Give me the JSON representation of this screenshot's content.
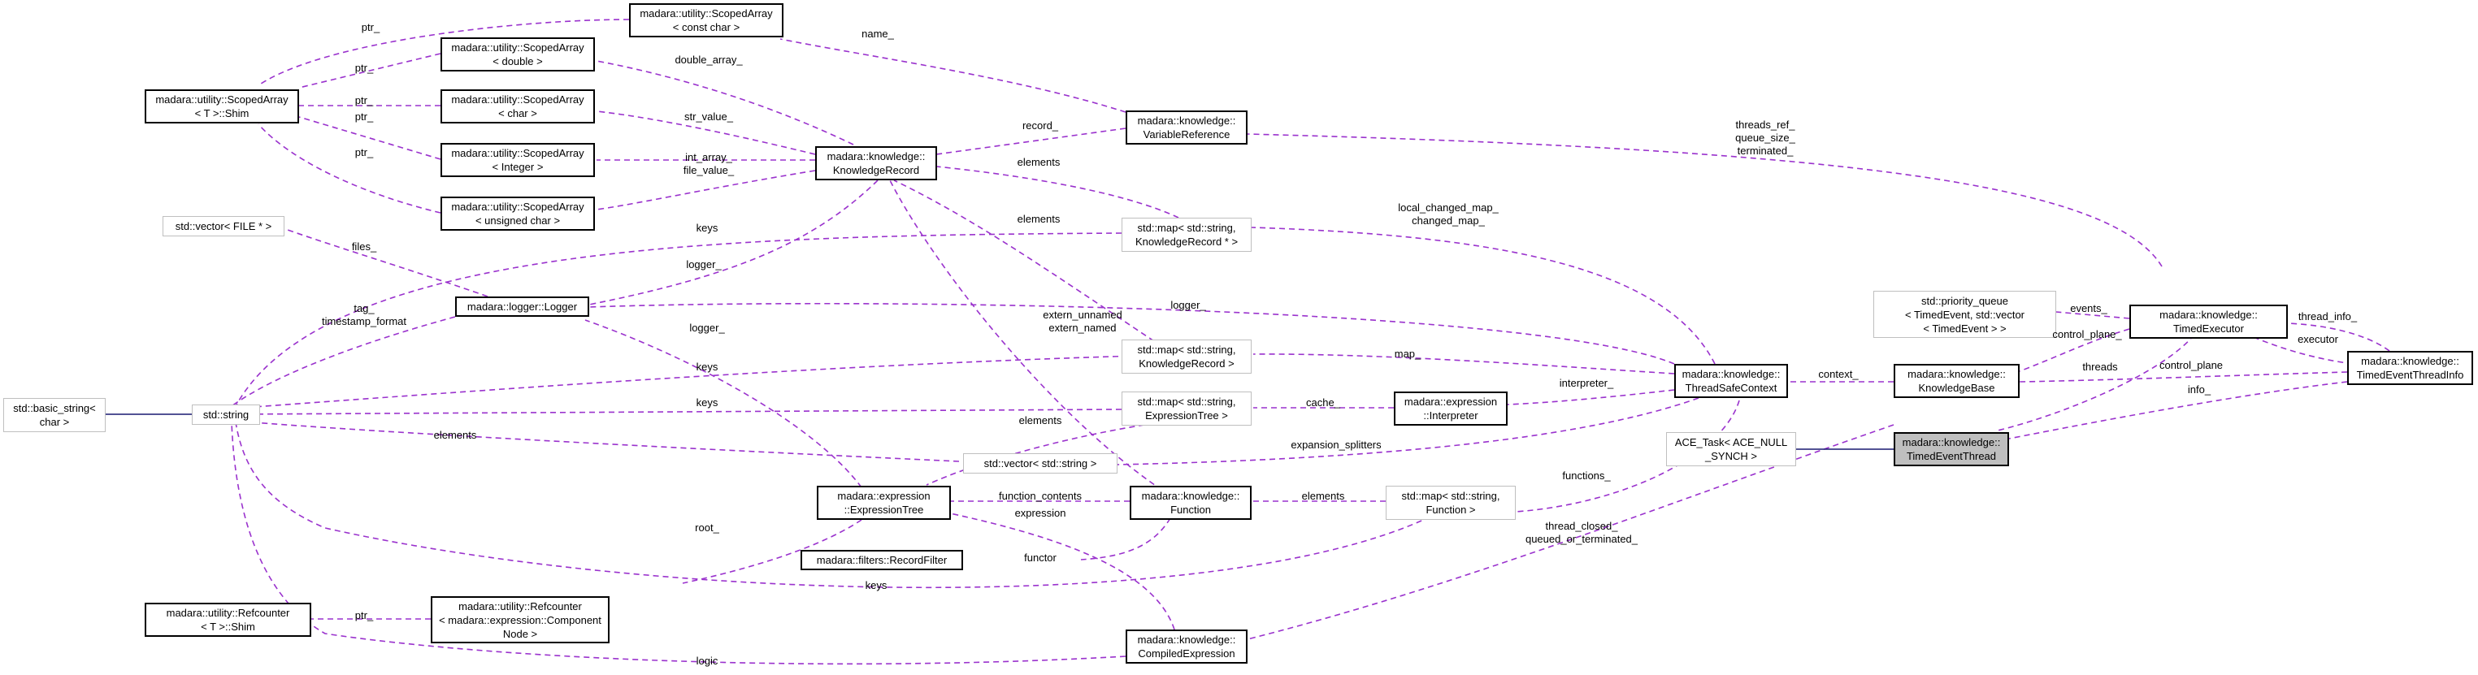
{
  "colors": {
    "usage_edge": "#9a32cd",
    "inheritance_edge": "#191970",
    "focus_fill": "#bfbfbf",
    "external_border": "#bfbfbf"
  },
  "nodes": {
    "scoped_array_const_char": {
      "lines": [
        "madara::utility::ScopedArray",
        "< const char >"
      ]
    },
    "scoped_array_double": {
      "lines": [
        "madara::utility::ScopedArray",
        "< double >"
      ]
    },
    "scoped_array_shim": {
      "lines": [
        "madara::utility::ScopedArray",
        "< T >::Shim"
      ]
    },
    "scoped_array_char": {
      "lines": [
        "madara::utility::ScopedArray",
        "< char >"
      ]
    },
    "scoped_array_integer": {
      "lines": [
        "madara::utility::ScopedArray",
        "< Integer >"
      ]
    },
    "scoped_array_unsigned_char": {
      "lines": [
        "madara::utility::ScopedArray",
        "< unsigned char >"
      ]
    },
    "knowledge_record": {
      "lines": [
        "madara::knowledge::",
        "KnowledgeRecord"
      ]
    },
    "variable_reference": {
      "lines": [
        "madara::knowledge::",
        "VariableReference"
      ]
    },
    "vector_file": {
      "lines": [
        "std::vector< FILE * >"
      ]
    },
    "map_record_ptr": {
      "lines": [
        "std::map< std::string,",
        "KnowledgeRecord * >"
      ]
    },
    "logger": {
      "lines": [
        "madara::logger::Logger"
      ]
    },
    "basic_string": {
      "lines": [
        "std::basic_string<",
        "char >"
      ]
    },
    "std_string": {
      "lines": [
        "std::string"
      ]
    },
    "map_record": {
      "lines": [
        "std::map< std::string,",
        "KnowledgeRecord >"
      ]
    },
    "map_expr_tree": {
      "lines": [
        "std::map< std::string,",
        "ExpressionTree >"
      ]
    },
    "interpreter": {
      "lines": [
        "madara::expression",
        "::Interpreter"
      ]
    },
    "thread_safe_context": {
      "lines": [
        "madara::knowledge::",
        "ThreadSafeContext"
      ]
    },
    "vector_string": {
      "lines": [
        "std::vector< std::string >"
      ]
    },
    "expression_tree": {
      "lines": [
        "madara::expression",
        "::ExpressionTree"
      ]
    },
    "function": {
      "lines": [
        "madara::knowledge::",
        "Function"
      ]
    },
    "map_function": {
      "lines": [
        "std::map< std::string,",
        "Function >"
      ]
    },
    "record_filter": {
      "lines": [
        "madara::filters::RecordFilter"
      ]
    },
    "refcounter_shim": {
      "lines": [
        "madara::utility::Refcounter",
        "< T >::Shim"
      ]
    },
    "refcounter_component": {
      "lines": [
        "madara::utility::Refcounter",
        "< madara::expression::Component",
        "Node >"
      ]
    },
    "compiled_expression": {
      "lines": [
        "madara::knowledge::",
        "CompiledExpression"
      ]
    },
    "priority_queue": {
      "lines": [
        "std::priority_queue",
        "< TimedEvent, std::vector",
        "< TimedEvent > >"
      ]
    },
    "timed_executor": {
      "lines": [
        "madara::knowledge::",
        "TimedExecutor"
      ]
    },
    "knowledge_base": {
      "lines": [
        "madara::knowledge::",
        "KnowledgeBase"
      ]
    },
    "timed_event_thread_info": {
      "lines": [
        "madara::knowledge::",
        "TimedEventThreadInfo"
      ]
    },
    "ace_task": {
      "lines": [
        "ACE_Task< ACE_NULL",
        "_SYNCH >"
      ]
    },
    "timed_event_thread": {
      "lines": [
        "madara::knowledge::",
        "TimedEventThread"
      ]
    }
  },
  "edge_labels": {
    "l_name": {
      "lines": [
        "name_"
      ]
    },
    "l_ptr_const": {
      "lines": [
        "ptr_"
      ]
    },
    "l_ptr_double": {
      "lines": [
        "ptr_"
      ]
    },
    "l_ptr_char": {
      "lines": [
        "ptr_"
      ]
    },
    "l_ptr_integer": {
      "lines": [
        "ptr_"
      ]
    },
    "l_ptr_unsigned": {
      "lines": [
        "ptr_"
      ]
    },
    "l_double_array": {
      "lines": [
        "double_array_"
      ]
    },
    "l_str_value": {
      "lines": [
        "str_value_"
      ]
    },
    "l_int_array": {
      "lines": [
        "int_array_"
      ]
    },
    "l_file_value": {
      "lines": [
        "file_value_"
      ]
    },
    "l_record": {
      "lines": [
        "record_"
      ]
    },
    "l_elements_record_ptr": {
      "lines": [
        "elements"
      ]
    },
    "l_elements_record": {
      "lines": [
        "elements"
      ]
    },
    "l_threads_ref": {
      "lines": [
        "threads_ref_",
        "queue_size_",
        "terminated_"
      ]
    },
    "l_files": {
      "lines": [
        "files_"
      ]
    },
    "l_keys_ptr": {
      "lines": [
        "keys"
      ]
    },
    "l_logger_kr": {
      "lines": [
        "logger_"
      ]
    },
    "l_tag": {
      "lines": [
        "tag_",
        "timestamp_format"
      ]
    },
    "l_local_changed": {
      "lines": [
        "local_changed_map_",
        "changed_map_"
      ]
    },
    "l_logger_tsc": {
      "lines": [
        "logger_"
      ]
    },
    "l_extern": {
      "lines": [
        "extern_unnamed",
        "extern_named"
      ]
    },
    "l_map": {
      "lines": [
        "map_"
      ]
    },
    "l_keys_record": {
      "lines": [
        "keys"
      ]
    },
    "l_logger_et": {
      "lines": [
        "logger_"
      ]
    },
    "l_keys_tree": {
      "lines": [
        "keys"
      ]
    },
    "l_cache": {
      "lines": [
        "cache_"
      ]
    },
    "l_interpreter": {
      "lines": [
        "interpreter_"
      ]
    },
    "l_context": {
      "lines": [
        "context_"
      ]
    },
    "l_elements_vector": {
      "lines": [
        "elements"
      ]
    },
    "l_elements_tree": {
      "lines": [
        "elements"
      ]
    },
    "l_expansion": {
      "lines": [
        "expansion_splitters"
      ]
    },
    "l_function_contents": {
      "lines": [
        "function_contents"
      ]
    },
    "l_elements_function": {
      "lines": [
        "elements"
      ]
    },
    "l_functions": {
      "lines": [
        "functions_"
      ]
    },
    "l_expression": {
      "lines": [
        "expression"
      ]
    },
    "l_functor": {
      "lines": [
        "functor"
      ]
    },
    "l_keys_function": {
      "lines": [
        "keys"
      ]
    },
    "l_root": {
      "lines": [
        "root_"
      ]
    },
    "l_ptr_refcounter": {
      "lines": [
        "ptr_"
      ]
    },
    "l_logic": {
      "lines": [
        "logic"
      ]
    },
    "l_thread_closed": {
      "lines": [
        "thread_closed_",
        "queued_or_terminated_"
      ]
    },
    "l_events": {
      "lines": [
        "events_"
      ]
    },
    "l_thread_info": {
      "lines": [
        "thread_info_"
      ]
    },
    "l_executor": {
      "lines": [
        "executor"
      ]
    },
    "l_control_plane_exec": {
      "lines": [
        "control_plane_"
      ]
    },
    "l_threads": {
      "lines": [
        "threads"
      ]
    },
    "l_control_plane_info": {
      "lines": [
        "control_plane"
      ]
    },
    "l_info": {
      "lines": [
        "info_"
      ]
    }
  }
}
